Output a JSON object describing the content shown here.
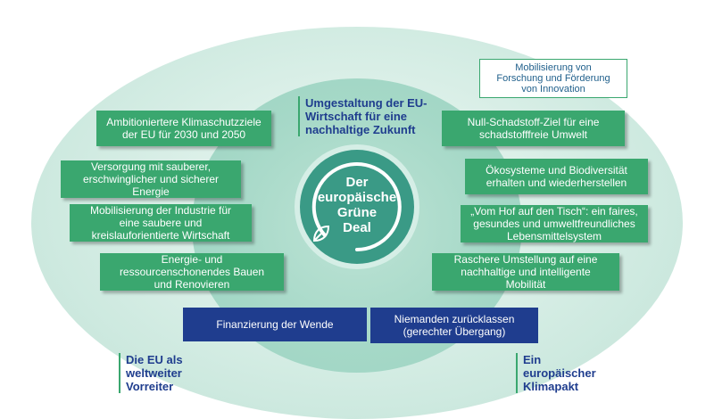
{
  "center": {
    "line1": "Der",
    "line2": "europäische",
    "line3": "Grüne",
    "line4": "Deal"
  },
  "top_heading": {
    "line1": "Umgestaltung der EU-",
    "line2": "Wirtschaft für eine",
    "line3": "nachhaltige Zukunft"
  },
  "top_right_box": {
    "line1": "Mobilisierung von",
    "line2": "Forschung und Förderung",
    "line3": "von Innovation"
  },
  "left_items": [
    {
      "line1": "Ambitioniertere Klimaschutzziele",
      "line2": "der EU für 2030 und 2050",
      "line3": ""
    },
    {
      "line1": "Versorgung mit sauberer,",
      "line2": "erschwinglicher und sicherer",
      "line3": "Energie"
    },
    {
      "line1": "Mobilisierung der Industrie für",
      "line2": "eine saubere und",
      "line3": "kreislauforientierte Wirtschaft"
    },
    {
      "line1": "Energie- und",
      "line2": "ressourcenschonendes Bauen",
      "line3": "und Renovieren"
    }
  ],
  "right_items": [
    {
      "line1": "Null-Schadstoff-Ziel für eine",
      "line2": "schadstofffreie Umwelt",
      "line3": ""
    },
    {
      "line1": "Ökosysteme und Biodiversität",
      "line2": "erhalten und wiederherstellen",
      "line3": ""
    },
    {
      "line1": "„Vom Hof auf den Tisch“: ein faires,",
      "line2": "gesundes und umweltfreundliches",
      "line3": "Lebensmittelsystem"
    },
    {
      "line1": "Raschere Umstellung auf eine",
      "line2": "nachhaltige und intelligente",
      "line3": "Mobilität"
    }
  ],
  "bottom_boxes": {
    "left": {
      "line1": "Finanzierung der Wende",
      "line2": ""
    },
    "right": {
      "line1": "Niemanden zurücklassen",
      "line2": "(gerechter Übergang)"
    }
  },
  "bottom_left_label": {
    "line1": "Die EU als",
    "line2": "weltweiter",
    "line3": "Vorreiter"
  },
  "bottom_right_label": {
    "line1": "Ein",
    "line2": "europäischer",
    "line3": "Klimapakt"
  },
  "colors": {
    "green": "#3aa76f",
    "navy": "#1f3d8e",
    "teal": "#3a9a86",
    "circle": "#d3ece3"
  },
  "icons": {
    "center": "leaf-icon"
  }
}
